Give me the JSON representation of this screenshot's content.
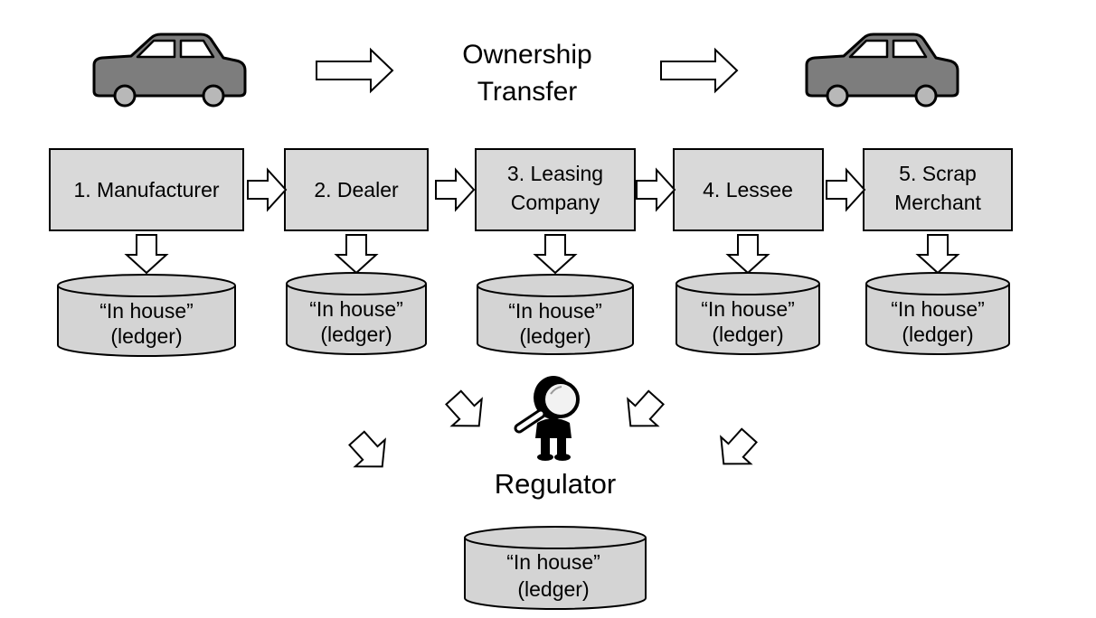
{
  "header": {
    "title_line1": "Ownership",
    "title_line2": "Transfer"
  },
  "stages": [
    {
      "line1": "1. Manufacturer",
      "line2": ""
    },
    {
      "line1": "2. Dealer",
      "line2": ""
    },
    {
      "line1": "3. Leasing",
      "line2": "Company"
    },
    {
      "line1": "4. Lessee",
      "line2": ""
    },
    {
      "line1": "5. Scrap",
      "line2": "Merchant"
    }
  ],
  "ledgers": [
    {
      "line1": "“In house”",
      "line2": "(ledger)"
    },
    {
      "line1": "“In house”",
      "line2": "(ledger)"
    },
    {
      "line1": "“In house”",
      "line2": "(ledger)"
    },
    {
      "line1": "“In house”",
      "line2": "(ledger)"
    },
    {
      "line1": "“In house”",
      "line2": "(ledger)"
    }
  ],
  "regulator": {
    "label": "Regulator",
    "ledger_line1": "“In house”",
    "ledger_line2": "(ledger)"
  },
  "icons": [
    "car-icon",
    "car-icon",
    "transfer-arrow-icon",
    "magnifier-person-icon",
    "ledger-cylinder-icon"
  ],
  "colors": {
    "box_fill": "#d9d9d9",
    "cylinder_fill": "#d4d4d4",
    "car_fill": "#7d7d7d",
    "outline": "#000000",
    "background": "#ffffff"
  }
}
